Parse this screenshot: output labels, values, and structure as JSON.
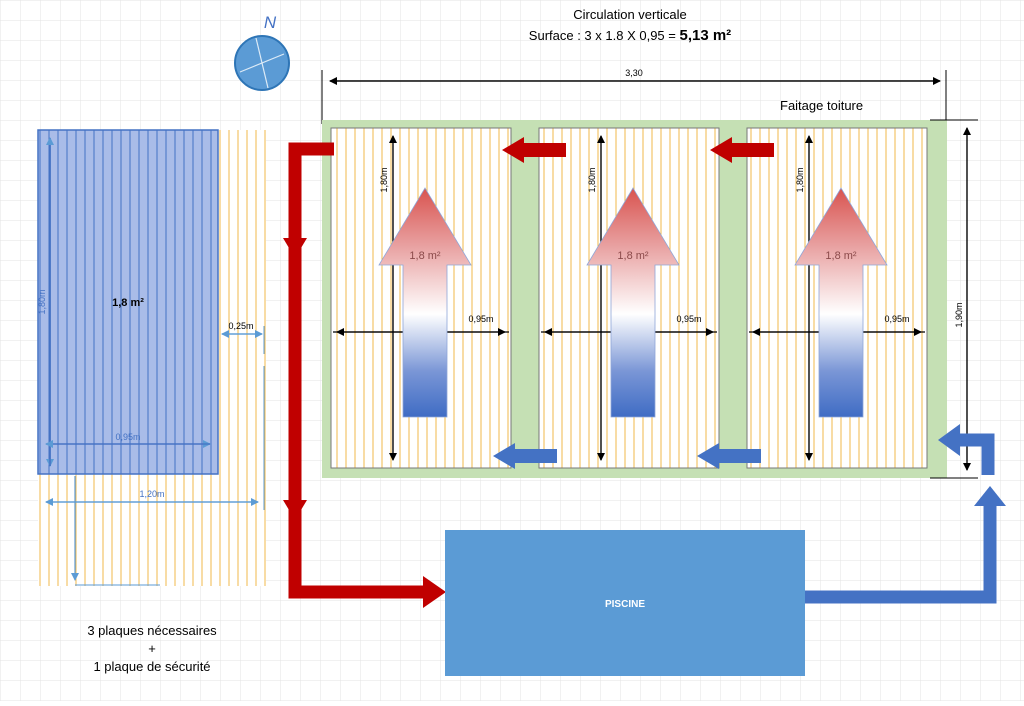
{
  "header": {
    "title": "Circulation verticale",
    "surface_prefix": "Surface : 3 x 1.8 X 0,95 = ",
    "surface_total": "5,13 m²"
  },
  "compass": {
    "letter": "N"
  },
  "roof": {
    "width_label": "3,30",
    "ridge_label": "Faitage toiture",
    "height_label": "1,90m",
    "panels": [
      {
        "height_label": "1,80m",
        "width_label": "0,95m",
        "area_label": "1,8 m²"
      },
      {
        "height_label": "1,80m",
        "width_label": "0,95m",
        "area_label": "1,8 m²"
      },
      {
        "height_label": "1,80m",
        "width_label": "0,95m",
        "area_label": "1,8 m²"
      }
    ]
  },
  "left_panel": {
    "area_label": "1,8 m²",
    "height_label": "1,80m",
    "width_label": "0,95m",
    "gap_label": "0,25m",
    "total_width_label": "1,20m"
  },
  "pool": {
    "label": "PISCINE"
  },
  "notes": {
    "line1": "3 plaques nécessaires",
    "line2": "+",
    "line3": "1 plaque de sécurité"
  },
  "colors": {
    "hot": "#C00000",
    "cold": "#4472C4",
    "roof_green": "#C5E0B4",
    "pool_blue": "#5B9BD5",
    "stripe": "#F4B183",
    "panel_fill": "#A9BCE8",
    "grid": "#E3E3E3"
  }
}
